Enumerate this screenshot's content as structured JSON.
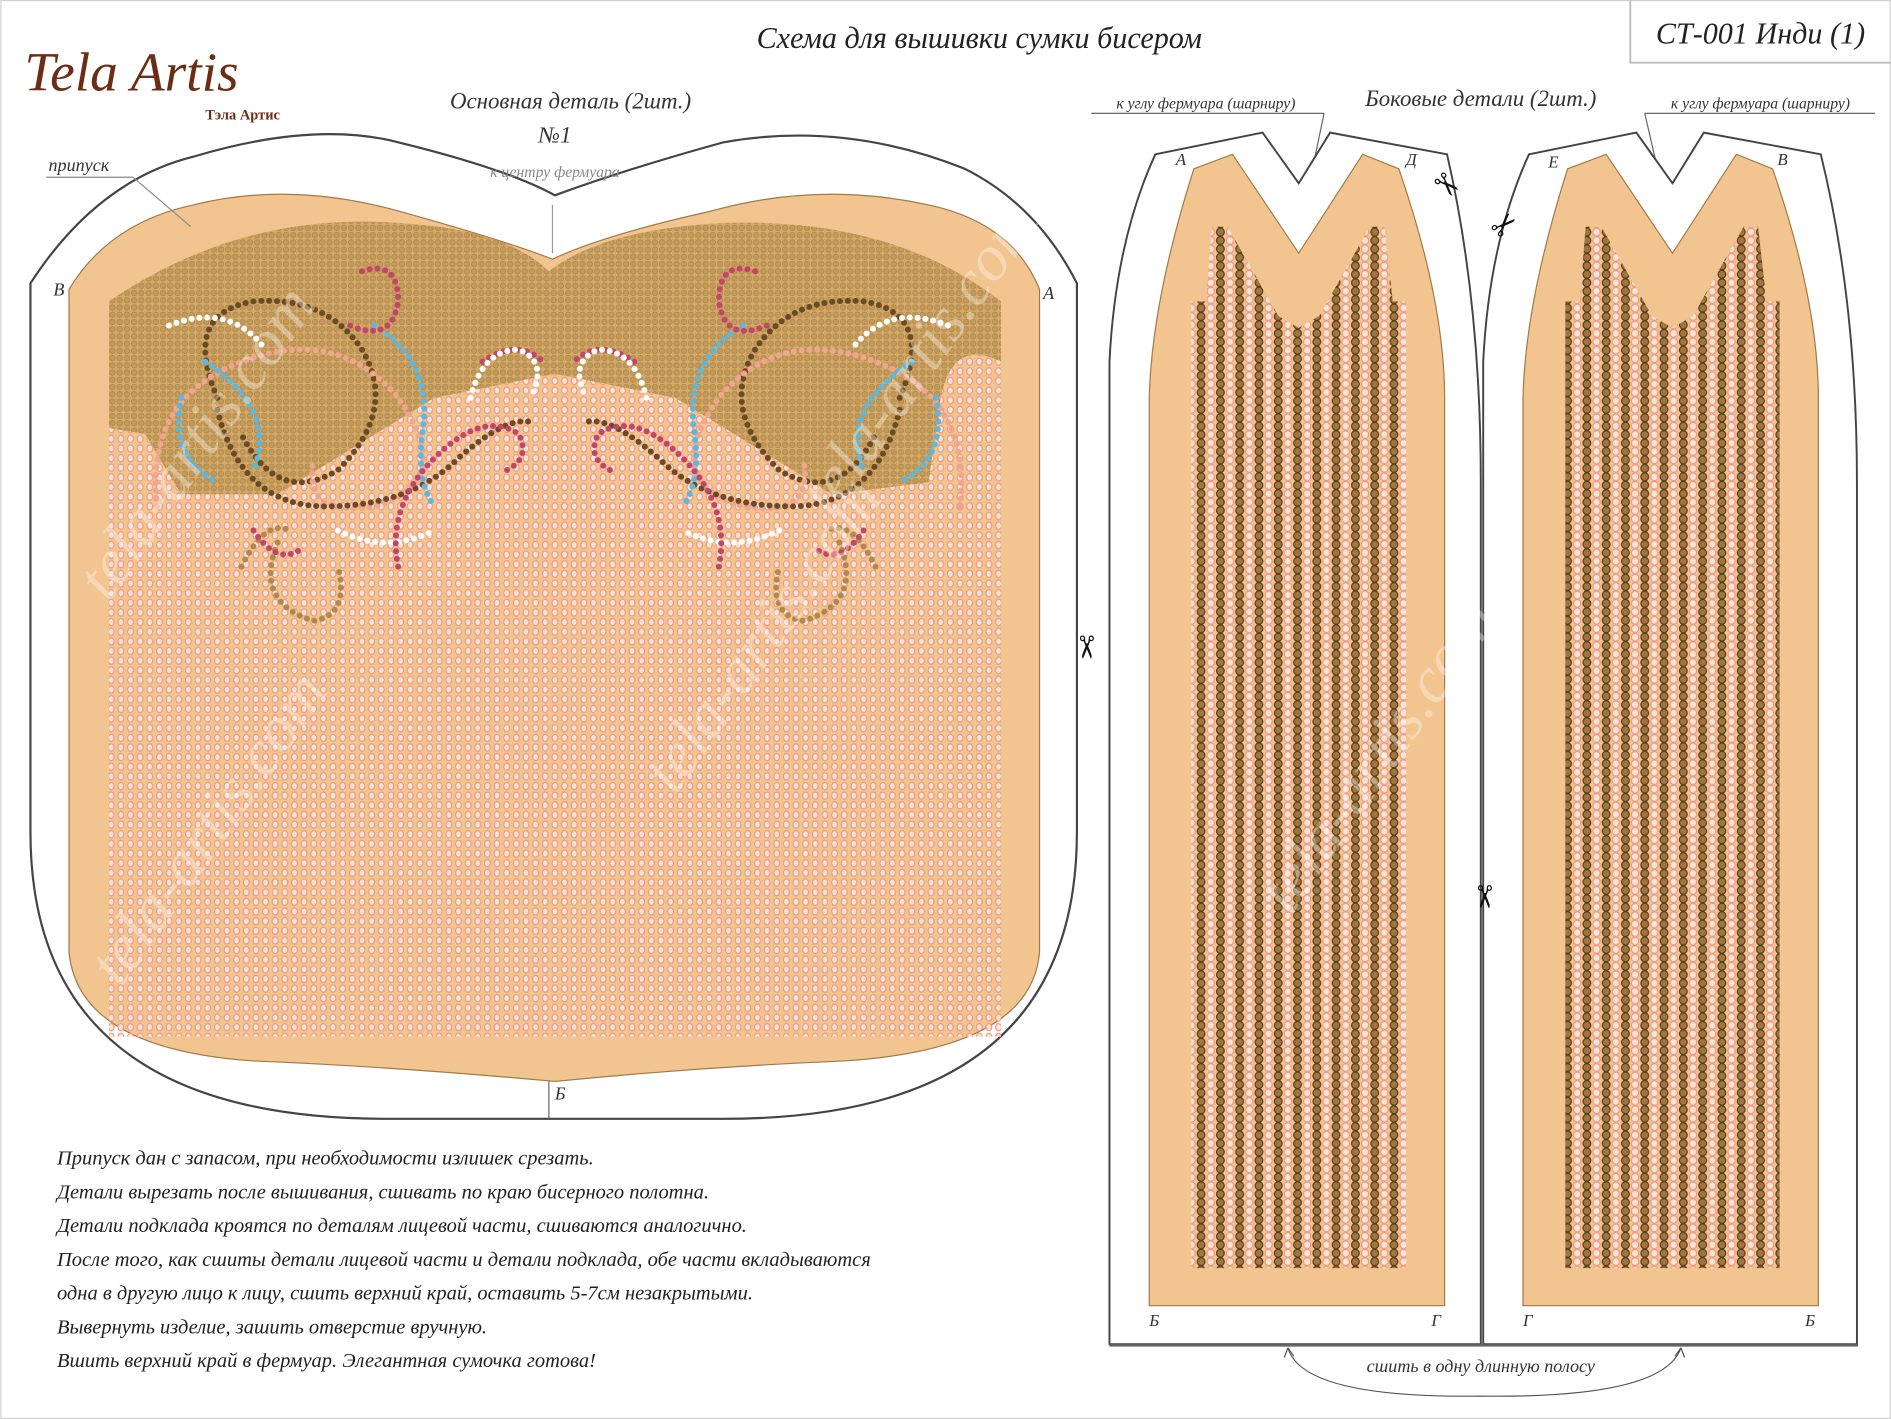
{
  "header": {
    "logo_text": "Tela Artis",
    "logo_subtitle": "Тэла Артис",
    "title": "Схема для вышивки сумки бисером",
    "code": "СТ-001 Инди (1)"
  },
  "main_piece": {
    "title": "Основная деталь (2шт.)",
    "number": "№1",
    "center_label": "к центру фермуара",
    "allowance_label": "припуск",
    "corner_left": "В",
    "corner_right": "А",
    "corner_bottom": "Б"
  },
  "side_pieces": {
    "title": "Боковые детали (2шт.)",
    "hinge_label_left": "к углу фермуара (шарниру)",
    "hinge_label_right": "к углу фермуара (шарниру)",
    "piece1": {
      "top_left": "А",
      "top_right": "Д",
      "bottom_left": "Б",
      "bottom_right": "Г"
    },
    "piece2": {
      "top_left": "Е",
      "top_right": "В",
      "bottom_left": "Г",
      "bottom_right": "Б"
    },
    "join_label": "сшить в одну длинную полосу"
  },
  "instructions": [
    "Припуск дан с запасом, при необходимости излишек срезать.",
    "Детали вырезать после вышивания, сшивать по краю бисерного полотна.",
    "Детали подклада кроятся по деталям лицевой части, сшиваются аналогично.",
    "После того, как сшиты детали лицевой части и детали подклада, обе части вкладываются",
    "одна в другую лицо к лицу, сшить верхний край, оставить 5-7см незакрытыми.",
    "Вывернуть изделие, зашить отверстие вручную.",
    "Вшить верхний край в фермуар. Элегантная сумочка готова!"
  ],
  "watermark": "tela-artis.com",
  "colors": {
    "fabric": "#f2c490",
    "band": "#c9a262",
    "bead_pink": "#f3a48a",
    "bead_brown": "#6b4a26",
    "bead_crimson": "#c2456a",
    "bead_blue": "#5bb8e0",
    "bead_white": "#ffffff",
    "bead_gold": "#b08a4a",
    "logo": "#6b2e14"
  }
}
